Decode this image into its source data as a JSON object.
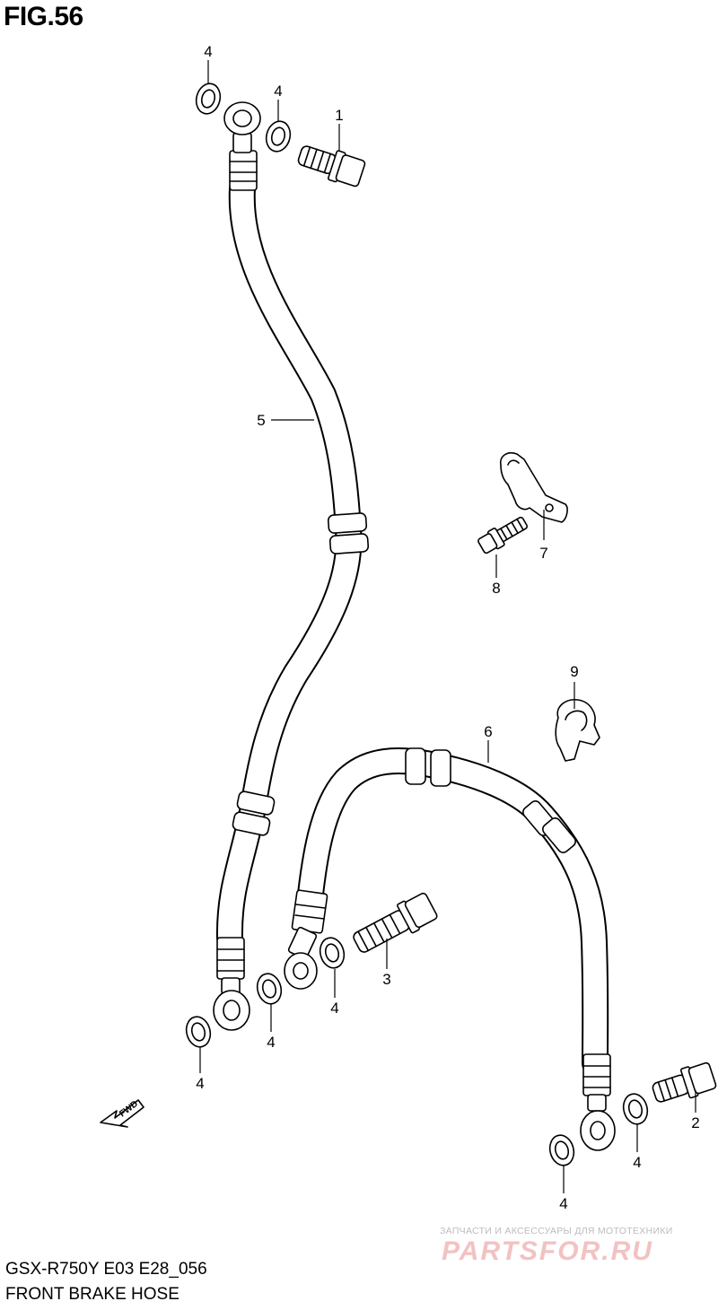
{
  "figure": {
    "title": "FIG.56"
  },
  "callouts": {
    "p1": "1",
    "p2": "2",
    "p3": "3",
    "p4a": "4",
    "p4b": "4",
    "p4c": "4",
    "p4d": "4",
    "p4e": "4",
    "p4f": "4",
    "p4g": "4",
    "p5": "5",
    "p6": "6",
    "p7": "7",
    "p8": "8",
    "p9": "9"
  },
  "fwd_label": "FWD",
  "footer": {
    "model_code": "GSX-R750Y E03 E28_056",
    "caption": "FRONT BRAKE HOSE"
  },
  "watermark": {
    "tagline": "ЗАПЧАСТИ И АКСЕССУАРЫ ДЛЯ МОТОТЕХНИКИ",
    "brand": "PARTSFOR.RU"
  }
}
